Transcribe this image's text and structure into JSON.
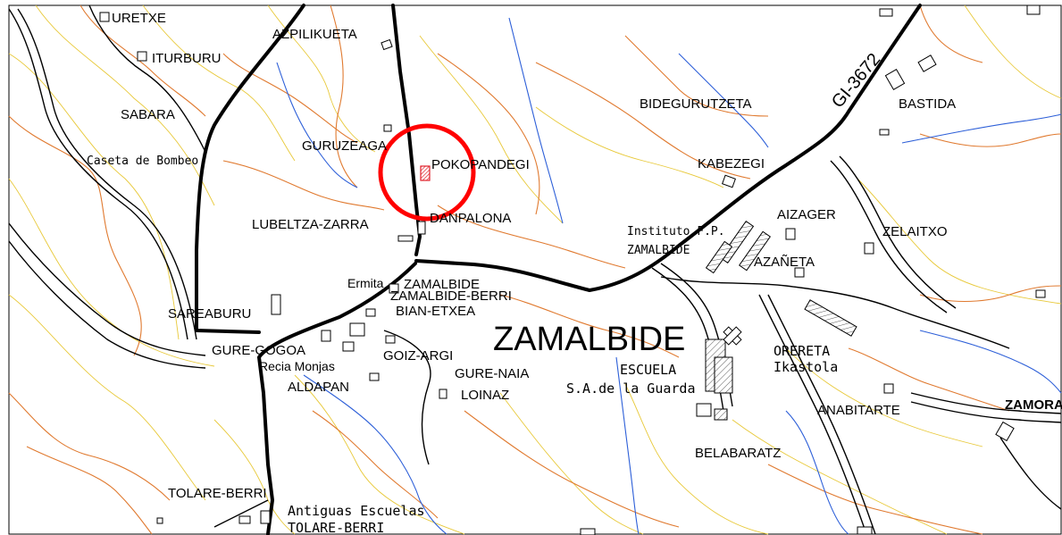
{
  "map": {
    "big_label": "ZAMALBIDE",
    "road_code": "GI-3672",
    "highlight_color": "#ff0000",
    "colors": {
      "contour_major": "#e07a30",
      "contour_minor": "#e8c93a",
      "river": "#2d5fd8",
      "road": "#000000",
      "target_parcel": "#e0202a"
    },
    "place_names": {
      "uretxe": "URETXE",
      "iturburu": "ITURBURU",
      "sabara": "SABARA",
      "caseta": "Caseta de Bombeo",
      "azpilikueta": "AZPILIKUETA",
      "guruzeaga": "GURUZEAGA",
      "pokopandegi": "POKOPANDEGI",
      "lubeltza": "LUBELTZA-ZARRA",
      "danpalona": "DANPALONA",
      "bidegurutzeta": "BIDEGURUTZETA",
      "bastida": "BASTIDA",
      "kabezegi": "KABEZEGI",
      "instituto_1": "Instituto F.P.",
      "instituto_2": "ZAMALBIDE",
      "aizager": "AIZAGER",
      "zelaitxo": "ZELAITXO",
      "azaneta": "AZAÑETA",
      "ermita": "Ermita",
      "zamalbide_small": "ZAMALBIDE",
      "zamalbide_berri": "ZAMALBIDE-BERRI",
      "bian_etxea": "BIAN-ETXEA",
      "sareaburu": "SAREABURU",
      "gure_gogoa": "GURE-GOGOA",
      "recia_monjas": "Recia Monjas",
      "goiz_argi": "GOIZ-ARGI",
      "gure_naia": "GURE-NAIA",
      "aldapan": "ALDAPAN",
      "loinaz": "LOINAZ",
      "escuela": "ESCUELA",
      "sa_guarda": "S.A.de la Guarda",
      "orereta": "ORERETA",
      "ikastola": "Ikastola",
      "anabitarte": "ANABITARTE",
      "zamora": "ZAMORA",
      "belabaratz": "BELABARATZ",
      "tolare_berri": "TOLARE-BERRI",
      "antiguas_1": "Antiguas Escuelas",
      "antiguas_2": "TOLARE-BERRI"
    }
  }
}
